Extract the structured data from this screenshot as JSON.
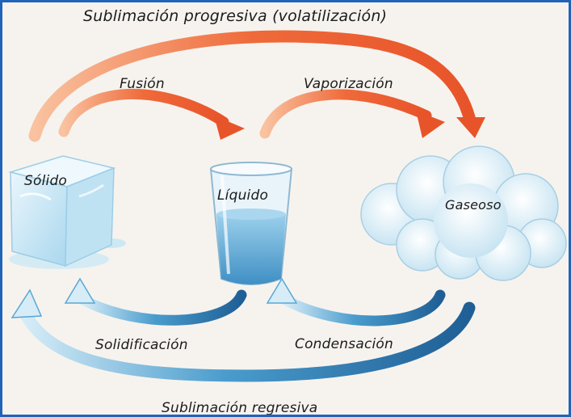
{
  "diagram": {
    "processes": {
      "progressive_sublimation": "Sublimación progresiva (volatilización)",
      "fusion": "Fusión",
      "vaporization": "Vaporización",
      "solidification": "Solidificación",
      "condensation": "Condensación",
      "regressive_sublimation": "Sublimación regresiva"
    },
    "states": {
      "solid": "Sólido",
      "liquid": "Líquido",
      "gas": "Gaseoso"
    },
    "colors": {
      "frame": "#1f64b8",
      "warm_arrow": "#e8542a",
      "cold_arrow": "#2f7fb5",
      "ice": "#c9e6f4",
      "water": "#5aa7d6",
      "cloud": "#dff1fa"
    },
    "icons": {
      "solid": "ice-cube-icon",
      "liquid": "glass-of-water-icon",
      "gas": "cloud-icon"
    }
  }
}
